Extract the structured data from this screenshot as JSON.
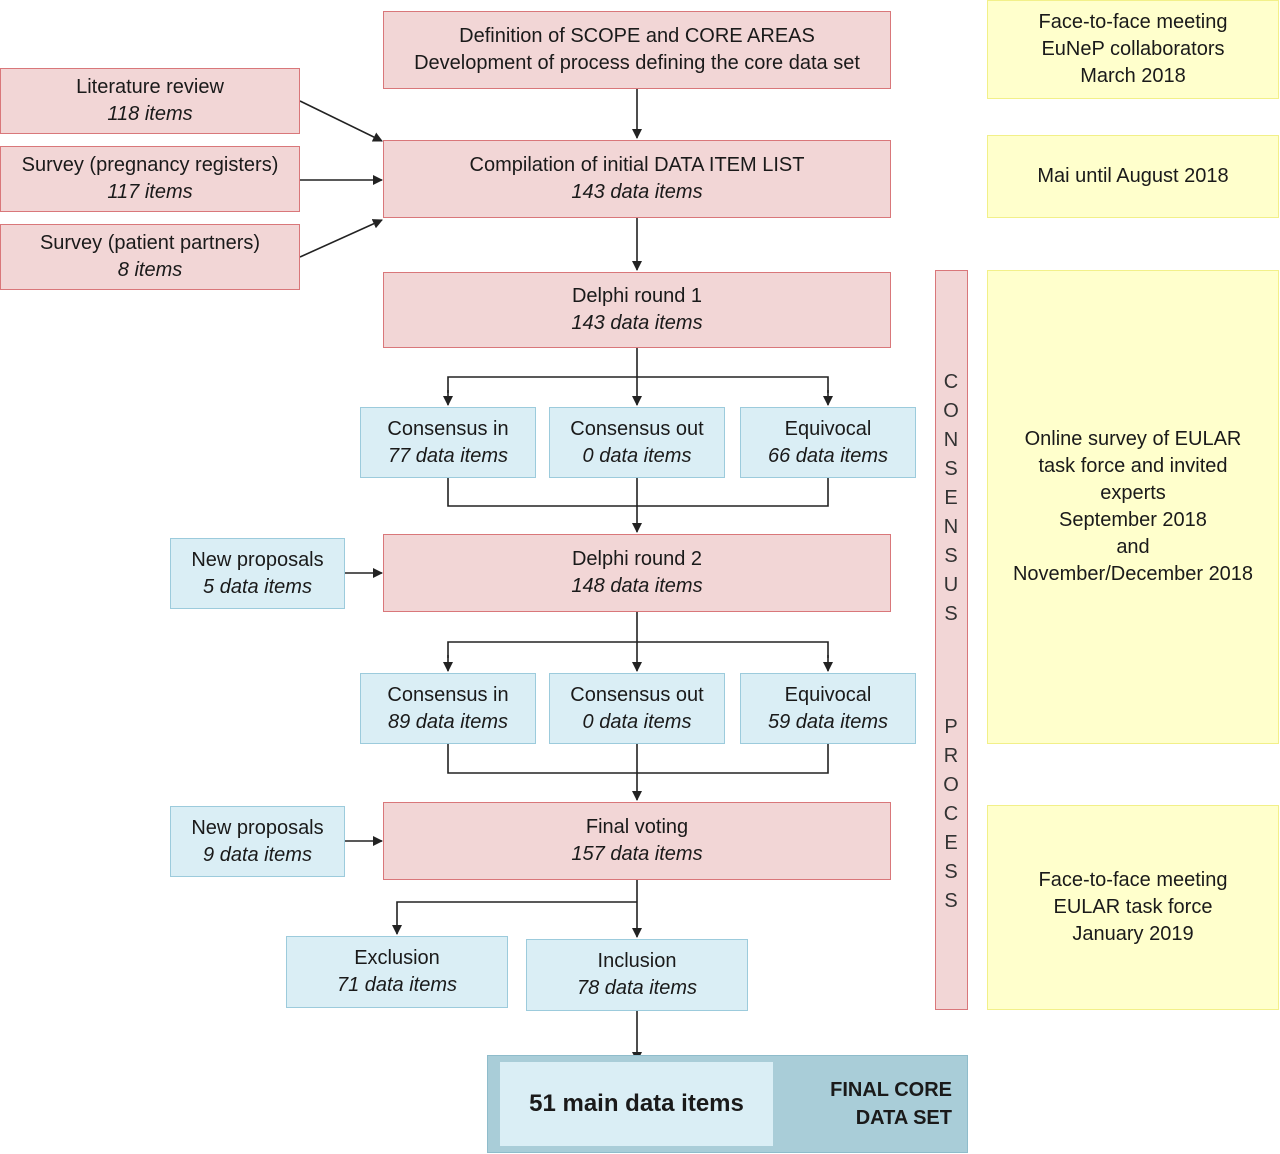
{
  "scope": {
    "line1": "Definition of SCOPE and CORE AREAS",
    "line2": "Development of process defining the core data set"
  },
  "sources": [
    {
      "title": "Literature review",
      "count": "118 items"
    },
    {
      "title": "Survey (pregnancy registers)",
      "count": "117 items"
    },
    {
      "title": "Survey (patient partners)",
      "count": "8 items"
    }
  ],
  "compilation": {
    "title": "Compilation of initial DATA ITEM LIST",
    "count": "143 data items"
  },
  "delphi1": {
    "title": "Delphi round 1",
    "count": "143 data items",
    "outcomes": [
      {
        "title": "Consensus in",
        "count": "77 data items"
      },
      {
        "title": "Consensus out",
        "count": "0 data items"
      },
      {
        "title": "Equivocal",
        "count": "66 data items"
      }
    ]
  },
  "proposals1": {
    "title": "New proposals",
    "count": "5 data items"
  },
  "delphi2": {
    "title": "Delphi round 2",
    "count": "148 data items",
    "outcomes": [
      {
        "title": "Consensus in",
        "count": "89 data items"
      },
      {
        "title": "Consensus out",
        "count": "0 data items"
      },
      {
        "title": "Equivocal",
        "count": "59 data items"
      }
    ]
  },
  "proposals2": {
    "title": "New proposals",
    "count": "9 data items"
  },
  "final_voting": {
    "title": "Final voting",
    "count": "157 data items"
  },
  "exclusion": {
    "title": "Exclusion",
    "count": "71 data items"
  },
  "inclusion": {
    "title": "Inclusion",
    "count": "78 data items"
  },
  "core_set": {
    "main": "51 main data items",
    "label_line1": "FINAL CORE",
    "label_line2": "DATA SET"
  },
  "consensus_word1": [
    "C",
    "O",
    "N",
    "S",
    "E",
    "N",
    "S",
    "U",
    "S"
  ],
  "consensus_word2": [
    "P",
    "R",
    "O",
    "C",
    "E",
    "S",
    "S"
  ],
  "timeline": [
    {
      "lines": [
        "Face-to-face meeting",
        "EuNeP collaborators",
        "March 2018"
      ]
    },
    {
      "lines": [
        "Mai until August 2018"
      ]
    },
    {
      "lines": [
        "Online survey of EULAR",
        "task force and invited",
        "experts",
        "September 2018",
        "and",
        "November/December 2018"
      ]
    },
    {
      "lines": [
        "Face-to-face meeting",
        "EULAR task force",
        "January 2019"
      ]
    }
  ],
  "colors": {
    "process": "#f2d6d6",
    "outcome": "#daeef5",
    "timeline": "#ffffcc",
    "final": "#a9cdd8"
  }
}
